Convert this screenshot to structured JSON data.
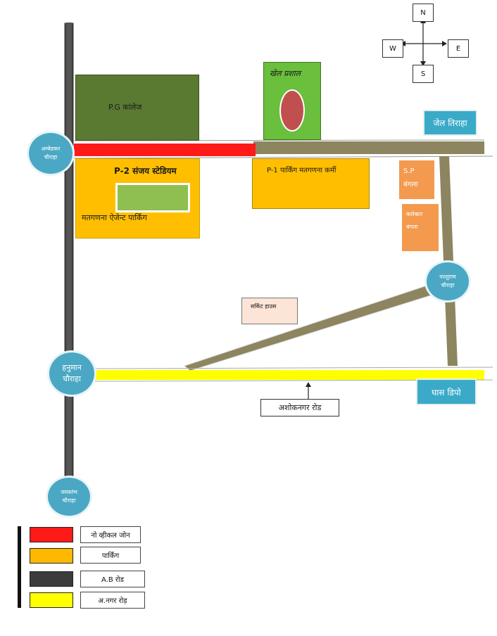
{
  "compass": {
    "n": "N",
    "s": "S",
    "e": "E",
    "w": "W"
  },
  "places": {
    "ambedkar_chauraha": "अम्बेडकर\nचौराहा",
    "hanuman_chauraha": "हनुमान\nचौराहा",
    "jayastambh_chauraha": "जयस्तंभ\nचौराहा",
    "parshuram_chauraha": "परशुराम\nचौराहा",
    "pg_college": "P.G कांलेज",
    "khel_prashal": "खेल प्रशाल",
    "p2_stadium": "P-2 संजय स्टेडियम",
    "agent_parking": "मतगणना ऐजेन्ट पार्किंग",
    "p1_parking": "P-1 पार्किंग मतगणना कर्मी",
    "sp_bangla": "S.P\nबंगला",
    "collector_bangla": "कलेक्टर\nबंगला",
    "circuit_house": "सर्किट हाउस",
    "jail_tiraha": "जेल तिराहा",
    "ghas_dipo": "घास डिपो",
    "ashoknagar_road": "अशोकनगर रोड"
  },
  "legend": [
    {
      "label": "नो व्हीकल जोन",
      "color": "#ff1a1a"
    },
    {
      "label": "पार्किंग",
      "color": "#ffb800"
    },
    {
      "label": "A.B रोड",
      "color": "#3c3c3c"
    },
    {
      "label": "अ.नगर रोड़",
      "color": "#ffff00"
    }
  ],
  "colors": {
    "no_vehicle_zone": "#ff1a1a",
    "parking": "#ffbf00",
    "ab_road": "#3c3c3c",
    "anagar_road": "#ffff00",
    "other_road": "#8c8560",
    "chauraha": "#4aa8c4",
    "building_green": "#5a7a32",
    "bright_green": "#6abf3c",
    "bungalow": "#f39a4e"
  }
}
